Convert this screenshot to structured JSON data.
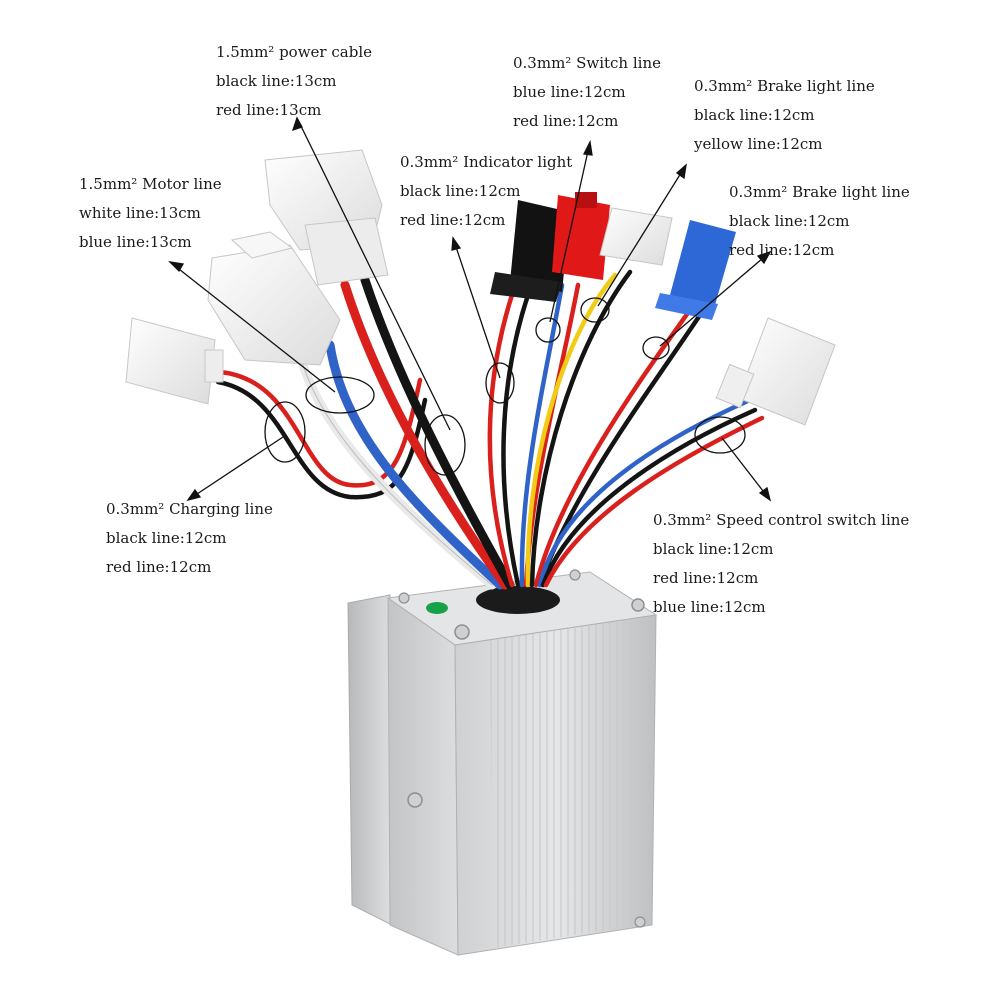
{
  "labels": {
    "power_cable": {
      "title": "1.5mm² power cable",
      "line1": "black line:13cm",
      "line2": "red line:13cm"
    },
    "motor_line": {
      "title": "1.5mm² Motor line",
      "line1": "white line:13cm",
      "line2": "blue line:13cm"
    },
    "indicator_light": {
      "title": "0.3mm² Indicator light",
      "line1": "black line:12cm",
      "line2": "red line:12cm"
    },
    "switch_line": {
      "title": "0.3mm² Switch line",
      "line1": "blue line:12cm",
      "line2": "red line:12cm"
    },
    "brake_light_1": {
      "title": "0.3mm² Brake light line",
      "line1": "black line:12cm",
      "line2": "yellow line:12cm"
    },
    "brake_light_2": {
      "title": "0.3mm² Brake light line",
      "line1": "black line:12cm",
      "line2": "red line:12cm"
    },
    "charging_line": {
      "title": "0.3mm² Charging line",
      "line1": "black line:12cm",
      "line2": "red line:12cm"
    },
    "speed_control": {
      "title": "0.3mm² Speed control switch line",
      "line1": "black line:12cm",
      "line2": "red line:12cm",
      "line3": "blue line:12cm"
    }
  },
  "colors": {
    "wire_red": "#d9201c",
    "wire_black": "#141414",
    "wire_blue": "#2f63c8",
    "wire_white": "#f1f1f1",
    "wire_yellow": "#f2cc14",
    "connector_white": "#f4f4f4",
    "connector_red": "#e01818",
    "connector_blue": "#2d68d6",
    "housing_aluminum": "#d9dadb"
  }
}
